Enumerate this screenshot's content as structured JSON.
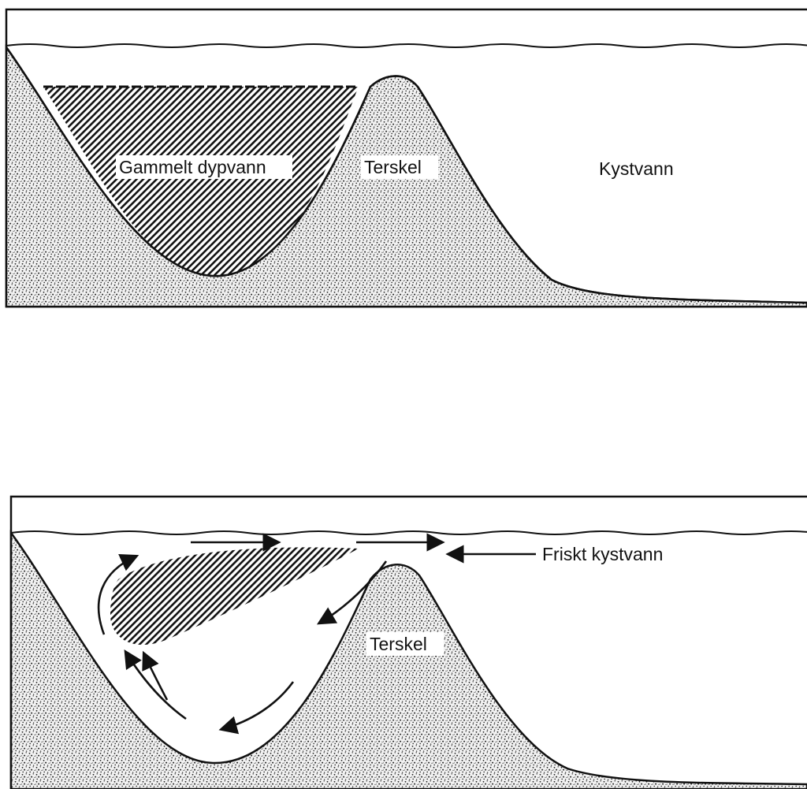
{
  "panels": [
    {
      "id": "top",
      "labels": {
        "old_deep_water": "Gammelt dypvann",
        "sill": "Terskel",
        "coastal_water": "Kystvann"
      }
    },
    {
      "id": "bottom",
      "labels": {
        "sill": "Terskel",
        "fresh_coastal_water": "Friskt kystvann"
      }
    }
  ],
  "colors": {
    "ink": "#111111",
    "sediment_dots": "#222222",
    "background": "#ffffff"
  }
}
